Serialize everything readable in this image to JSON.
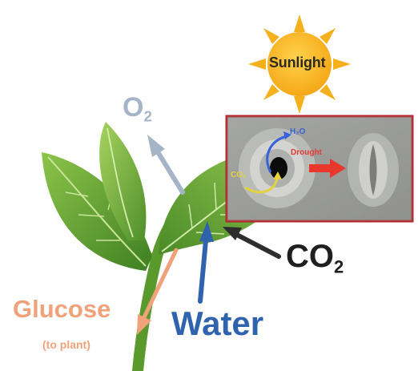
{
  "sun": {
    "label": "Sunlight"
  },
  "labels": {
    "o2_main": "O",
    "o2_sub": "2",
    "co2_main": "CO",
    "co2_sub": "2",
    "water": "Water",
    "glucose": "Glucose",
    "glucose_note": "(to plant)"
  },
  "inset": {
    "h2o": "H₂O",
    "co2": "CO₂",
    "drought": "Drought"
  },
  "colors": {
    "sun_yellow": "#f5b11c",
    "o2_arrow": "#a5b4c6",
    "co2_arrow": "#2e2e2e",
    "water_arrow": "#2f63ad",
    "glucose_arrow": "#f0a27a",
    "leaf_green": "#5e9e2e",
    "inset_border": "#b3262b",
    "drought_arrow": "#e8372c"
  }
}
